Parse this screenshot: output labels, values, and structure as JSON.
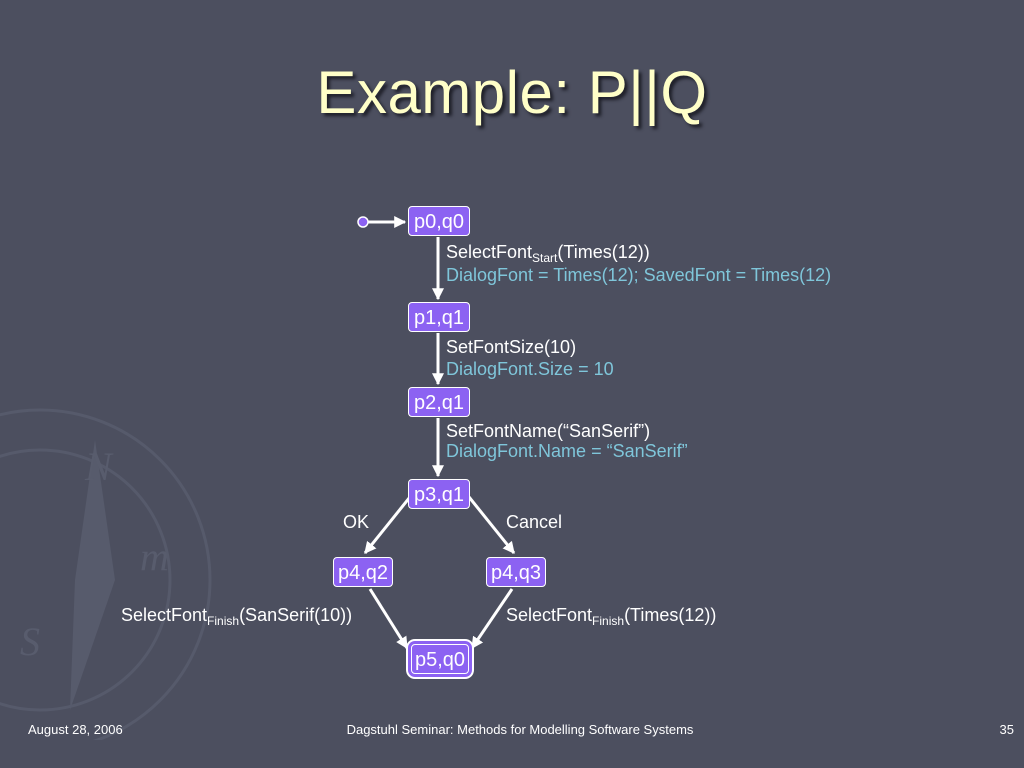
{
  "slide": {
    "title": "Example: P||Q"
  },
  "states": {
    "s0": "p0,q0",
    "s1": "p1,q1",
    "s2": "p2,q1",
    "s3": "p3,q1",
    "s4": "p4,q2",
    "s5": "p4,q3",
    "s6": "p5,q0"
  },
  "transitions": {
    "t1": {
      "action": "SelectFont",
      "sub": "Start",
      "args": "(Times(12))",
      "effect": "DialogFont = Times(12); SavedFont = Times(12)"
    },
    "t2": {
      "action": "SetFontSize(10)",
      "effect": "DialogFont.Size = 10"
    },
    "t3": {
      "action": "SetFontName(“SanSerif”)",
      "effect": "DialogFont.Name = “SanSerif”"
    },
    "t4": {
      "action": "OK"
    },
    "t5": {
      "action": "Cancel"
    },
    "t6": {
      "action": "SelectFont",
      "sub": "Finish",
      "args": "(SanSerif(10))"
    },
    "t7": {
      "action": "SelectFont",
      "sub": "Finish",
      "args": "(Times(12))"
    }
  },
  "footer": {
    "date": "August 28, 2006",
    "event": "Dagstuhl Seminar: Methods for Modelling Software Systems",
    "page": "35"
  },
  "colors": {
    "background": "#4c4f5f",
    "title": "#ffffc8",
    "state_fill": "#8c62f2",
    "effect_text": "#7fc6da"
  }
}
